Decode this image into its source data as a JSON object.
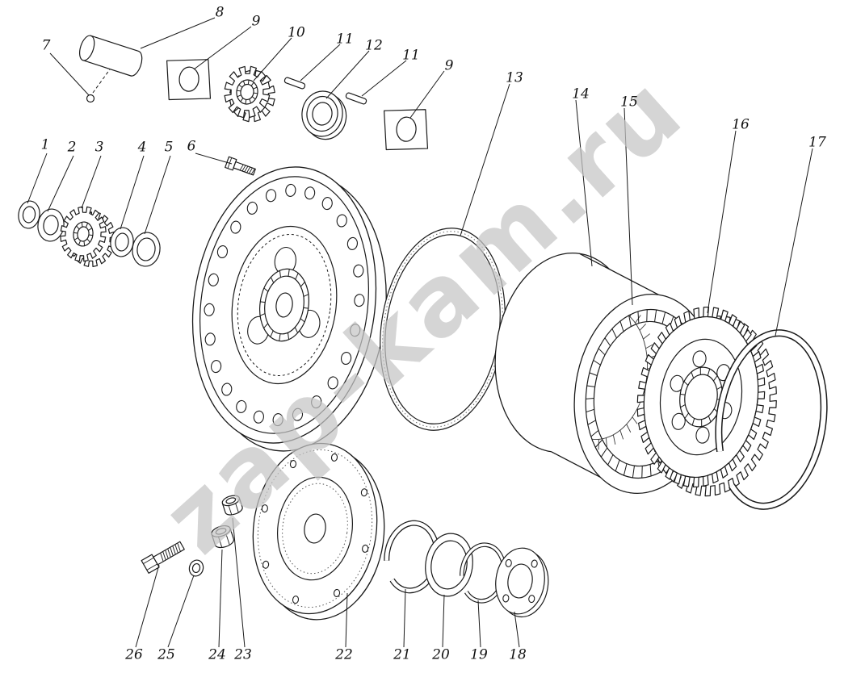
{
  "watermark": "zap-kam.ru",
  "colors": {
    "background": "#ffffff",
    "line": "#1a1a1a",
    "watermark": "#c6c6c6"
  },
  "callouts": [
    {
      "label": "7"
    },
    {
      "label": "8"
    },
    {
      "label": "9"
    },
    {
      "label": "10"
    },
    {
      "label": "11"
    },
    {
      "label": "12"
    },
    {
      "label": "11"
    },
    {
      "label": "9"
    },
    {
      "label": "13"
    },
    {
      "label": "14"
    },
    {
      "label": "15"
    },
    {
      "label": "16"
    },
    {
      "label": "17"
    },
    {
      "label": "1"
    },
    {
      "label": "2"
    },
    {
      "label": "3"
    },
    {
      "label": "4"
    },
    {
      "label": "5"
    },
    {
      "label": "6"
    },
    {
      "label": "26"
    },
    {
      "label": "25"
    },
    {
      "label": "24"
    },
    {
      "label": "23"
    },
    {
      "label": "22"
    },
    {
      "label": "21"
    },
    {
      "label": "20"
    },
    {
      "label": "19"
    },
    {
      "label": "18"
    }
  ]
}
